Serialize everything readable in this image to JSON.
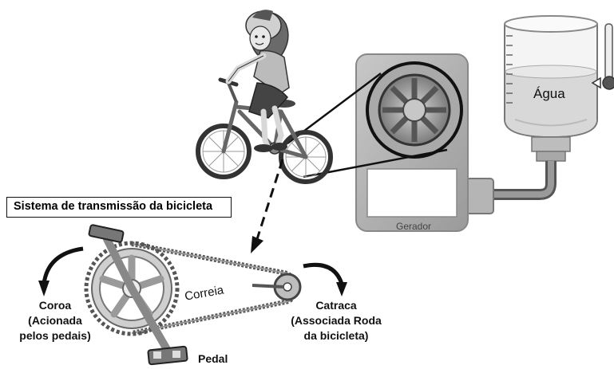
{
  "title": "Sistema de transmissão da bicicleta",
  "labels": {
    "water": "Água",
    "generator": "Gerador",
    "chain": "Correia",
    "pedal": "Pedal",
    "crown": [
      "Coroa",
      "(Acionada",
      "pelos pedais)"
    ],
    "ratchet": [
      "Catraca",
      "(Associada Roda",
      "da bicicleta)"
    ]
  },
  "colors": {
    "water": "#dcdcdc",
    "metal": "#8c8c8c",
    "outline": "#1a1a1a"
  }
}
